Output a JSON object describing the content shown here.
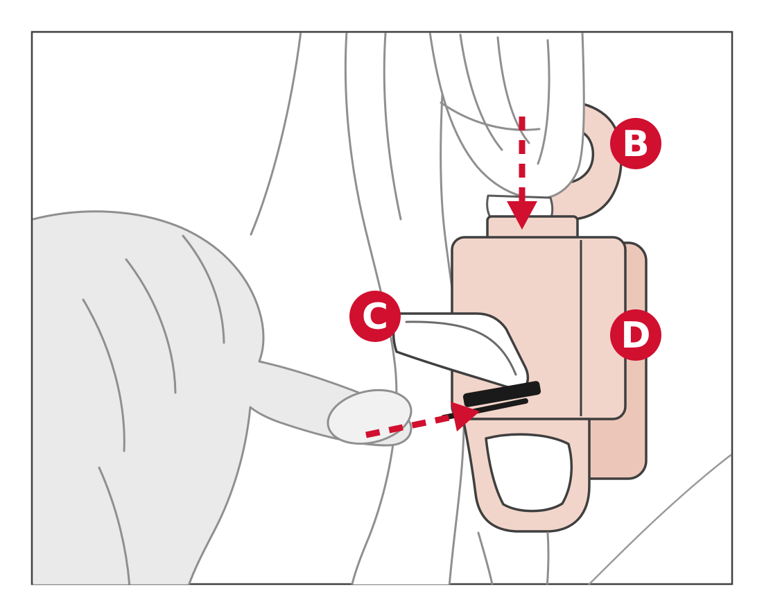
{
  "figure": {
    "callouts": [
      {
        "letter": "B"
      },
      {
        "letter": "C"
      },
      {
        "letter": "D"
      }
    ],
    "colors": {
      "accent_red": "#D10F2F",
      "buckle_pink": "#F2D5CA",
      "buckle_pink_shade": "#ECC7B9",
      "hand_gray": "#EAEAEA",
      "hand_outline": "#8F8F8F",
      "hardware_outline": "#3F3F3F",
      "seat_line_gray": "#9A9A9A",
      "slot_black": "#1A1A1A"
    }
  }
}
